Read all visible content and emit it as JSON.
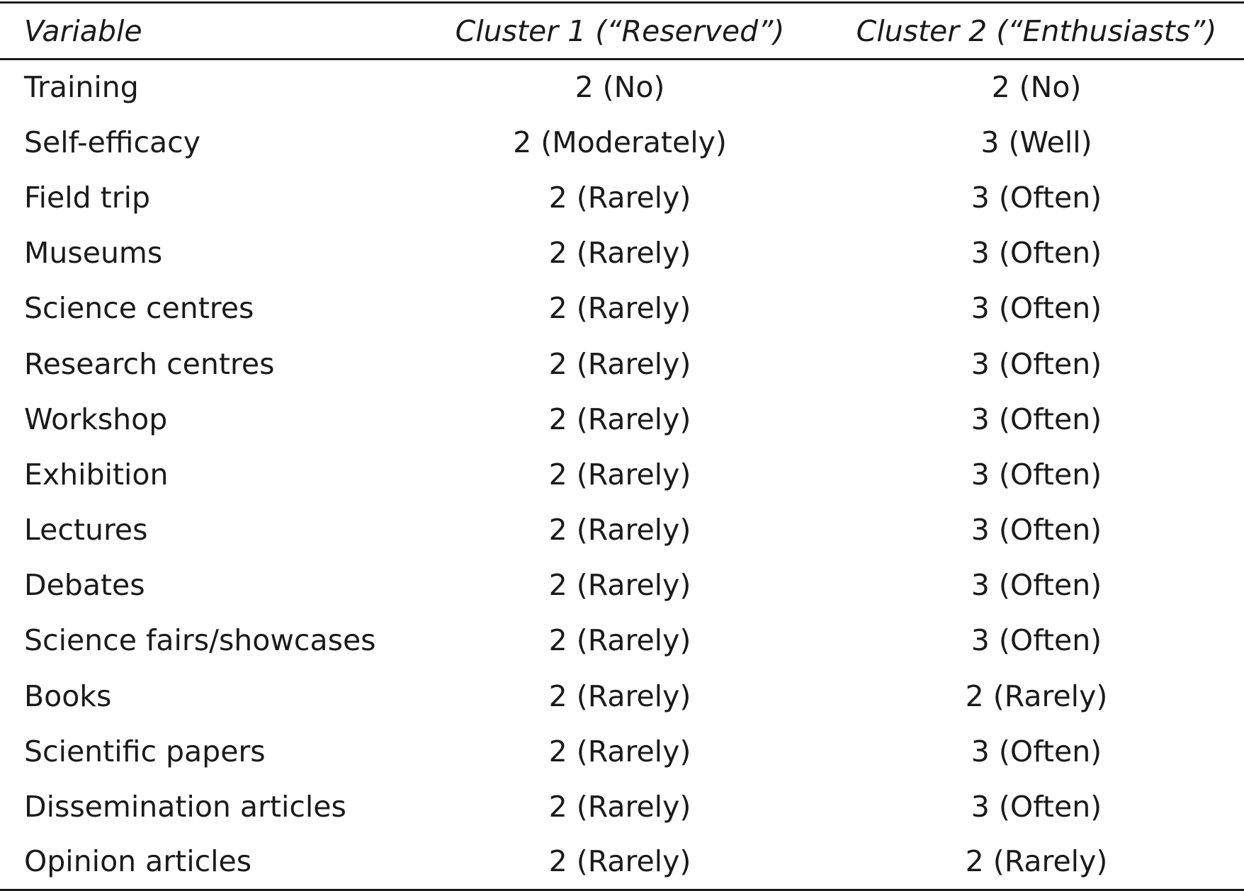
{
  "table": {
    "headers": {
      "variable": "Variable",
      "cluster1": "Cluster 1 (“Reserved”)",
      "cluster2": "Cluster 2 (“Enthusiasts”)"
    },
    "rows": [
      {
        "variable": "Training",
        "cluster1": "2 (No)",
        "cluster2": "2 (No)"
      },
      {
        "variable": "Self-efficacy",
        "cluster1": "2 (Moderately)",
        "cluster2": "3 (Well)"
      },
      {
        "variable": "Field trip",
        "cluster1": "2 (Rarely)",
        "cluster2": "3 (Often)"
      },
      {
        "variable": "Museums",
        "cluster1": "2 (Rarely)",
        "cluster2": "3 (Often)"
      },
      {
        "variable": "Science centres",
        "cluster1": "2 (Rarely)",
        "cluster2": "3 (Often)"
      },
      {
        "variable": "Research centres",
        "cluster1": "2 (Rarely)",
        "cluster2": "3 (Often)"
      },
      {
        "variable": "Workshop",
        "cluster1": "2 (Rarely)",
        "cluster2": "3 (Often)"
      },
      {
        "variable": "Exhibition",
        "cluster1": "2 (Rarely)",
        "cluster2": "3 (Often)"
      },
      {
        "variable": "Lectures",
        "cluster1": "2 (Rarely)",
        "cluster2": "3 (Often)"
      },
      {
        "variable": "Debates",
        "cluster1": "2 (Rarely)",
        "cluster2": "3 (Often)"
      },
      {
        "variable": "Science fairs/showcases",
        "cluster1": "2 (Rarely)",
        "cluster2": "3 (Often)"
      },
      {
        "variable": "Books",
        "cluster1": "2 (Rarely)",
        "cluster2": "2 (Rarely)"
      },
      {
        "variable": "Scientific papers",
        "cluster1": "2 (Rarely)",
        "cluster2": "3 (Often)"
      },
      {
        "variable": "Dissemination articles",
        "cluster1": "2 (Rarely)",
        "cluster2": "3 (Often)"
      },
      {
        "variable": "Opinion articles",
        "cluster1": "2 (Rarely)",
        "cluster2": "2 (Rarely)"
      }
    ]
  }
}
